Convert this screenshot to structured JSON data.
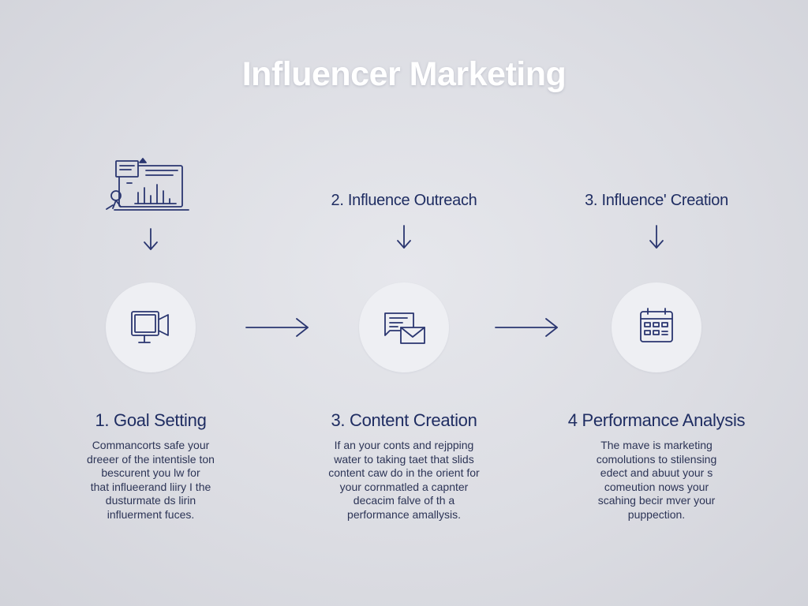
{
  "title": "Influencer Marketing",
  "colors": {
    "background": "#dcdde3",
    "accent": "#1f2d62",
    "circle": "#eeeff3",
    "title": "#ffffff"
  },
  "steps": [
    {
      "top_label": "",
      "top_icon": "analytics-dashboard-icon",
      "icon": "video-camera-icon",
      "heading": "1. Goal Setting",
      "description_lines": [
        "Commancorts safe your",
        "dreeer of the intentisle ton",
        "bescurent you lw for",
        "that influeerand liiry I the",
        "dusturmate ds lirin",
        "influerment fuces."
      ]
    },
    {
      "top_label": "2. Influence Outreach",
      "icon": "message-envelope-icon",
      "heading": "3. Content Creation",
      "description_lines": [
        "If an your conts and rejpping",
        "water to taking taet that slids",
        "content caw do in the orient for",
        "your cornmatled a capnter",
        "decacim falve of th a",
        "performance amallysis."
      ]
    },
    {
      "top_label": "3. Influence' Creation",
      "icon": "calendar-icon",
      "heading": "4 Performance Analysis",
      "description_lines": [
        "The mave is marketing",
        "comolutions to stilensing",
        "edect and abuut your s",
        "comeution nows your",
        "scahing becir mver your",
        "puppection."
      ]
    }
  ]
}
